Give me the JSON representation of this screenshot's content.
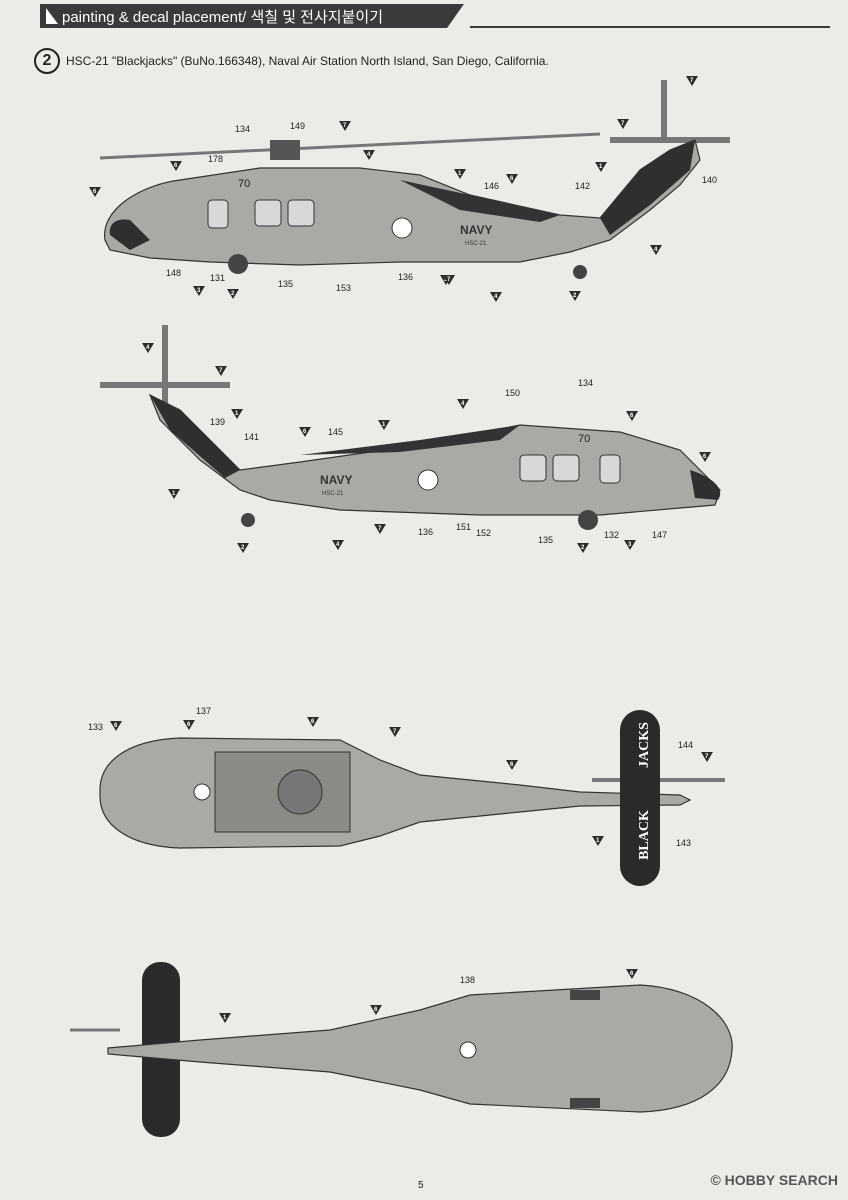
{
  "header": {
    "title": "painting & decal placement/ 색칠 및 전사지붙이기"
  },
  "step": {
    "number": "2",
    "caption": "HSC-21 \"Blackjacks\" (BuNo.166348), Naval Air Station North Island, San Diego, California."
  },
  "views": {
    "left_profile": {
      "fuselage_text": "NAVY",
      "unit_text": "HSC-21",
      "modex": "70",
      "decal_numbers": [
        "134",
        "149",
        "178",
        "146",
        "142",
        "140",
        "148",
        "131",
        "135",
        "153",
        "136"
      ],
      "paint_markers": [
        "7",
        "7",
        "6",
        "6",
        "4",
        "1",
        "6",
        "7",
        "1",
        "4",
        "2",
        "2",
        "3",
        "3",
        "4",
        "7"
      ]
    },
    "right_profile": {
      "fuselage_text": "NAVY",
      "unit_text": "HSC-21",
      "modex": "70",
      "decal_numbers": [
        "150",
        "134",
        "139",
        "141",
        "145",
        "136",
        "151",
        "152",
        "135",
        "132",
        "147"
      ],
      "paint_markers": [
        "4",
        "7",
        "1",
        "6",
        "1",
        "4",
        "6",
        "6",
        "1",
        "2",
        "4",
        "7",
        "2",
        "3"
      ]
    },
    "top_view": {
      "tail_text_top": "JACKS",
      "tail_text_bottom": "BLACK",
      "decal_numbers": [
        "133",
        "137",
        "144",
        "143"
      ],
      "paint_markers": [
        "6",
        "6",
        "6",
        "7",
        "6",
        "7",
        "1"
      ]
    },
    "bottom_view": {
      "decal_numbers": [
        "138"
      ],
      "paint_markers": [
        "1",
        "6",
        "6"
      ]
    }
  },
  "footer": {
    "page_number": "5",
    "watermark": "© HOBBY SEARCH"
  },
  "colors": {
    "fuselage_gray": "#a9aaa6",
    "dark_gray": "#3d3d3d",
    "paper": "#ecebe7",
    "marker": "#2c2c2c"
  }
}
